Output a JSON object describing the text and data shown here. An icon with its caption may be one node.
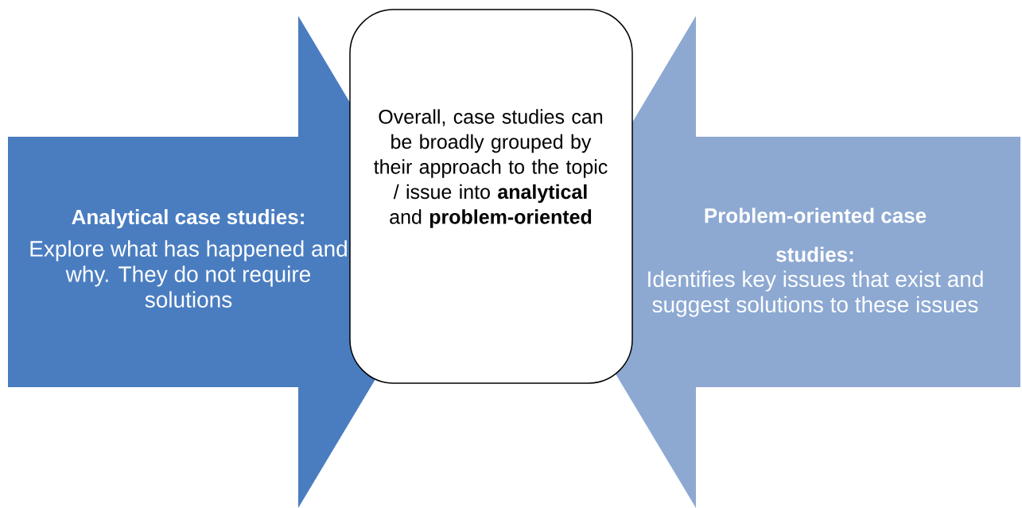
{
  "diagram": {
    "nodes": [
      {
        "text": [
          "Analytical case studies:",
          "Explore what has happened and why.  They do not require solutions"
        ]
      },
      {
        "text": [
          "Overall, case studies can be broadly grouped by their approach to the topic / issue into **analytical** and **problem-oriented**"
        ]
      },
      {
        "text": [
          "Problem-oriented case studies:",
          "Identifies key issues that exist and suggest solutions to these issues"
        ]
      }
    ]
  }
}
